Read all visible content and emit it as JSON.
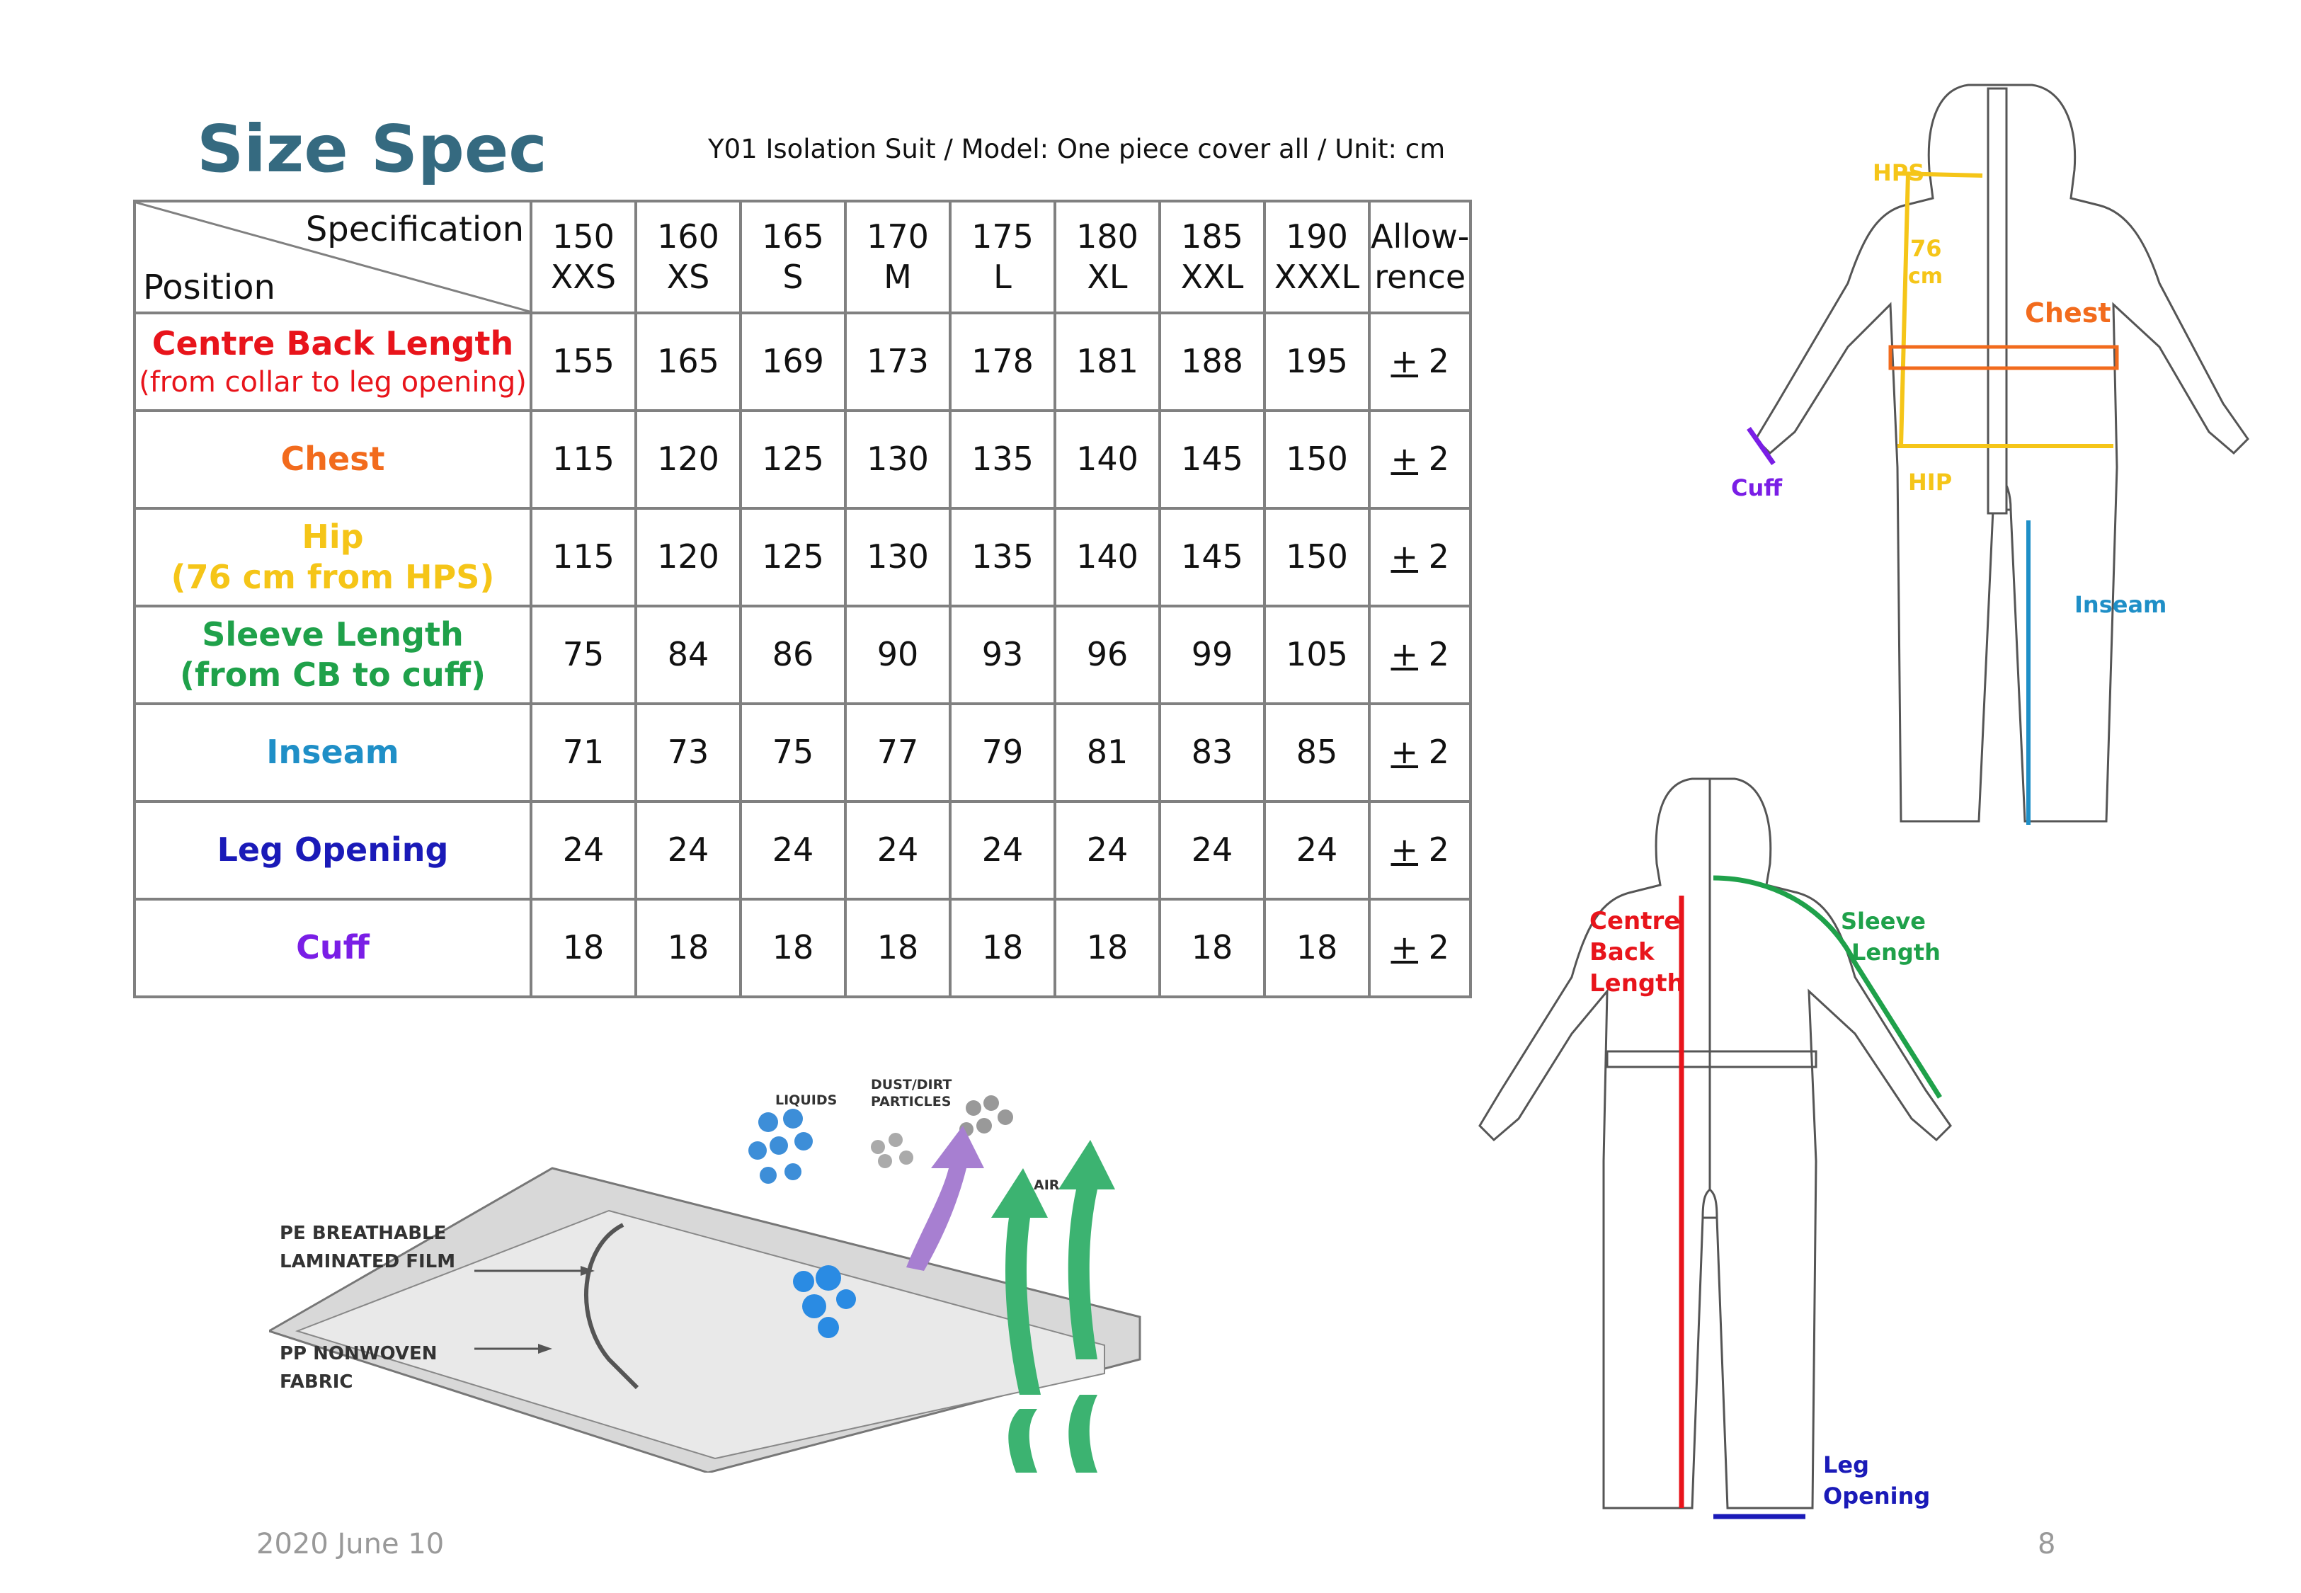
{
  "title": "Size Spec",
  "subtitle": "Y01 Isolation Suit / Model: One piece cover all / Unit: cm",
  "table": {
    "corner_spec": "Specification",
    "corner_position": "Position",
    "sizes": [
      {
        "num": "150",
        "label": "XXS"
      },
      {
        "num": "160",
        "label": "XS"
      },
      {
        "num": "165",
        "label": "S"
      },
      {
        "num": "170",
        "label": "M"
      },
      {
        "num": "175",
        "label": "L"
      },
      {
        "num": "180",
        "label": "XL"
      },
      {
        "num": "185",
        "label": "XXL"
      },
      {
        "num": "190",
        "label": "XXXL"
      }
    ],
    "allowance_header_1": "Allow-",
    "allowance_header_2": "rence",
    "rows": [
      {
        "name": "Centre Back Length",
        "sub": "(from collar to leg opening)",
        "color": "#e8141b",
        "values": [
          "155",
          "165",
          "169",
          "173",
          "178",
          "181",
          "188",
          "195"
        ],
        "allowance": "2"
      },
      {
        "name": "Chest",
        "sub": "",
        "color": "#f26b1d",
        "values": [
          "115",
          "120",
          "125",
          "130",
          "135",
          "140",
          "145",
          "150"
        ],
        "allowance": "2"
      },
      {
        "name": "Hip",
        "sub": "(76 cm from HPS)",
        "color": "#f5c518",
        "values": [
          "115",
          "120",
          "125",
          "130",
          "135",
          "140",
          "145",
          "150"
        ],
        "allowance": "2"
      },
      {
        "name": "Sleeve Length",
        "sub": "(from CB to cuff)",
        "color": "#1fa14a",
        "values": [
          "75",
          "84",
          "86",
          "90",
          "93",
          "96",
          "99",
          "105"
        ],
        "allowance": "2"
      },
      {
        "name": "Inseam",
        "sub": "",
        "color": "#1f8fc7",
        "values": [
          "71",
          "73",
          "75",
          "77",
          "79",
          "81",
          "83",
          "85"
        ],
        "allowance": "2"
      },
      {
        "name": "Leg Opening",
        "sub": "",
        "color": "#1a1ab8",
        "values": [
          "24",
          "24",
          "24",
          "24",
          "24",
          "24",
          "24",
          "24"
        ],
        "allowance": "2"
      },
      {
        "name": "Cuff",
        "sub": "",
        "color": "#7a1ee6",
        "values": [
          "18",
          "18",
          "18",
          "18",
          "18",
          "18",
          "18",
          "18"
        ],
        "allowance": "2"
      }
    ],
    "plus_minus": "+"
  },
  "front_diagram": {
    "hps": "HPS",
    "measure_76": "76",
    "measure_cm": "cm",
    "chest": "Chest",
    "cuff": "Cuff",
    "hip": "HIP",
    "inseam": "Inseam"
  },
  "back_diagram": {
    "cbl_1": "Centre",
    "cbl_2": "Back",
    "cbl_3": "Length",
    "sleeve_1": "Sleeve",
    "sleeve_2": "Length",
    "leg_1": "Leg",
    "leg_2": "Opening"
  },
  "fabric_diagram": {
    "liquids": "LIQUIDS",
    "dust_1": "DUST/DIRT",
    "dust_2": "PARTICLES",
    "air": "AIR",
    "pe_1": "PE  BREATHABLE",
    "pe_2": "LAMINATED FILM",
    "pp_1": "PP  NONWOVEN",
    "pp_2": "FABRIC"
  },
  "footer": {
    "date": "2020 June 10",
    "page": "8"
  },
  "colors": {
    "title": "#356a80",
    "grid": "#808080",
    "hps": "#f5c518",
    "chest": "#f26b1d",
    "cuff": "#7a1ee6",
    "inseam": "#1f8fc7",
    "cbl": "#e8141b",
    "sleeve": "#1fa14a",
    "leg": "#1a1ab8"
  }
}
